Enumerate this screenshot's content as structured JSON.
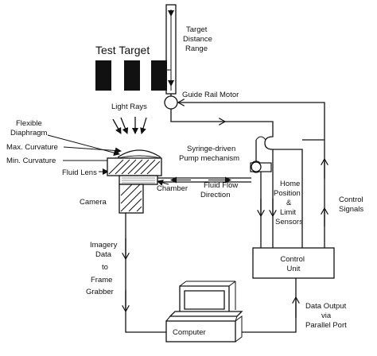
{
  "labels": {
    "test_target": "Test Target",
    "target_distance_range": [
      "Target",
      "Distance",
      "Range"
    ],
    "guide_rail_motor": "Guide Rail Motor",
    "light_rays": "Light Rays",
    "flexible_diaphragm": [
      "Flexible",
      "Diaphragm"
    ],
    "max_curvature": "Max. Curvature",
    "min_curvature": "Min. Curvature",
    "fluid_lens": "Fluid Lens",
    "camera": "Camera",
    "chamber": "Chamber",
    "syringe_pump": [
      "Syringe-driven",
      "Pump mechanism"
    ],
    "fluid_flow_direction": [
      "Fluid Flow",
      "Direction"
    ],
    "home_position_limit_sensors": [
      "Home",
      "Position",
      "&",
      "Limit",
      "Sensors"
    ],
    "control_signals": [
      "Control",
      "Signals"
    ],
    "control_unit": [
      "Control",
      "Unit"
    ],
    "imagery_data_to_frame_grabber": [
      "Imagery",
      "Data",
      "to",
      "Frame",
      "Grabber"
    ],
    "computer": "Computer",
    "data_output_parallel_port": [
      "Data Output",
      "via",
      "Parallel Port"
    ]
  }
}
